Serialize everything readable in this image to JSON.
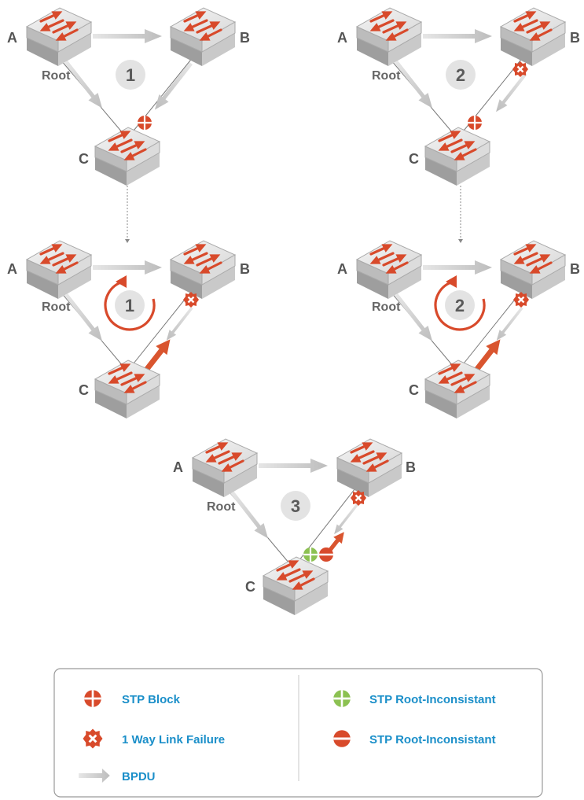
{
  "colors": {
    "block": "#d84a2b",
    "root_inconsistent_green": "#8cc152",
    "bpdu": "#c6c6c6",
    "reverse_bpdu": "#d9552f",
    "legend_text": "#1b8fc9",
    "label": "#555555"
  },
  "panels": [
    {
      "step": "1",
      "node_a": "A",
      "node_b": "B",
      "node_c": "C",
      "root": "Root"
    },
    {
      "step": "2",
      "node_a": "A",
      "node_b": "B",
      "node_c": "C",
      "root": "Root"
    },
    {
      "step": "1",
      "node_a": "A",
      "node_b": "B",
      "node_c": "C",
      "root": "Root"
    },
    {
      "step": "2",
      "node_a": "A",
      "node_b": "B",
      "node_c": "C",
      "root": "Root"
    },
    {
      "step": "3",
      "node_a": "A",
      "node_b": "B",
      "node_c": "C",
      "root": "Root"
    }
  ],
  "legend": {
    "items": [
      {
        "label": "STP Block",
        "icon": "stp-block-icon"
      },
      {
        "label": "1 Way Link Failure",
        "icon": "link-failure-icon"
      },
      {
        "label": "BPDU",
        "icon": "bpdu-arrow-icon"
      },
      {
        "label": "STP Root-Inconsistant",
        "icon": "root-inconsistent-green-icon"
      },
      {
        "label": "STP Root-Inconsistant",
        "icon": "root-inconsistent-red-icon"
      }
    ]
  }
}
